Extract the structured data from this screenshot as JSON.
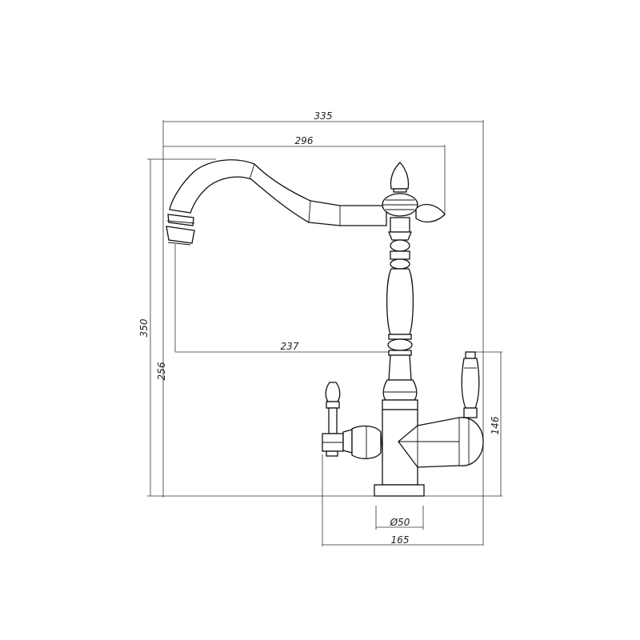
{
  "dimensions": {
    "total_width": "335",
    "spout_reach": "296",
    "total_height": "350",
    "spout_height": "256",
    "spout_clearance": "237",
    "filter_lever_height": "146",
    "base_diameter": "Ø50",
    "handle_span": "165"
  }
}
